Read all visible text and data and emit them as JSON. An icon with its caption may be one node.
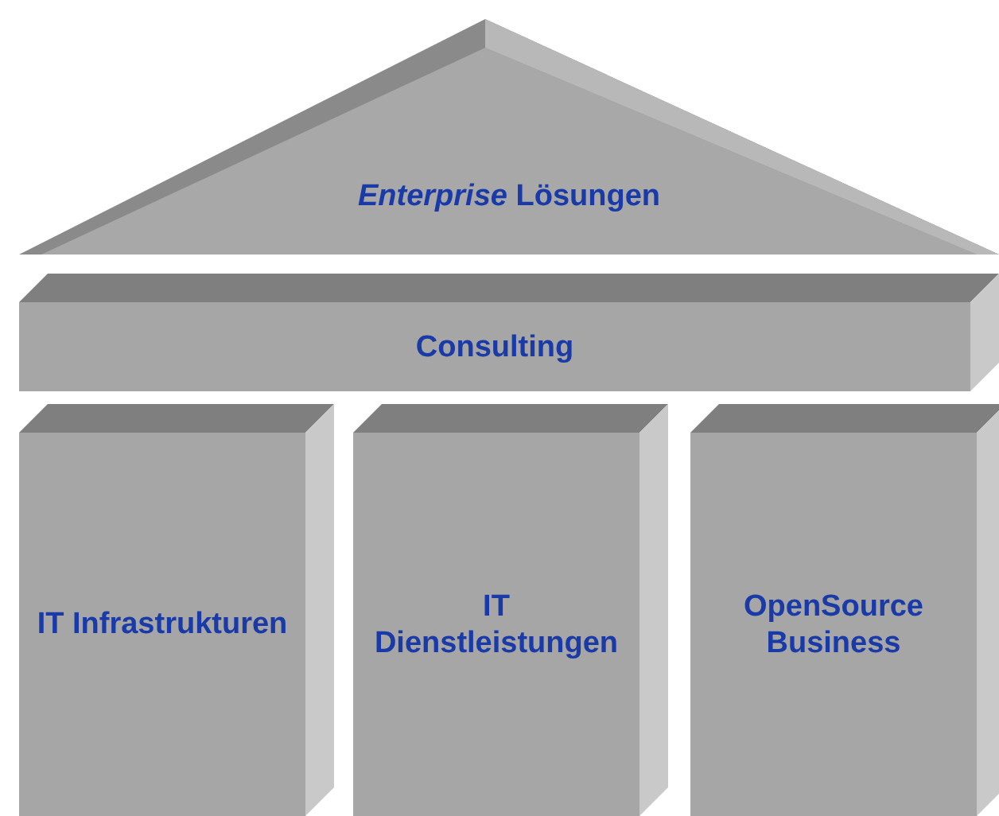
{
  "diagram": {
    "nodes": [
      {
        "text": [
          "*Enterprise* Lösungen"
        ]
      },
      {
        "text": [
          "Consulting"
        ]
      },
      {
        "text": [
          "IT Infrastrukturen"
        ]
      },
      {
        "text": [
          "IT Dienstleistungen"
        ]
      },
      {
        "text": [
          "OpenSource Business"
        ]
      }
    ]
  }
}
